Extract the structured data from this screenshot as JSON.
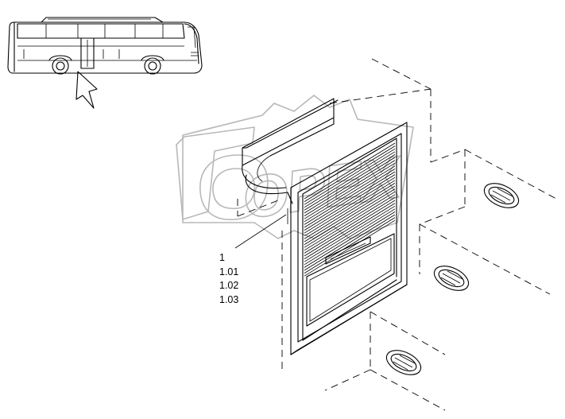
{
  "callouts": {
    "items": [
      "1",
      "1.01",
      "1.02",
      "1.03"
    ]
  },
  "watermark": {
    "text": "OPEX"
  },
  "icons": {
    "bus": "bus-thumbnail-icon",
    "arrow": "location-arrow-icon"
  },
  "colors": {
    "line": "#000000",
    "watermark": "#b8b8b8",
    "background": "#ffffff"
  }
}
